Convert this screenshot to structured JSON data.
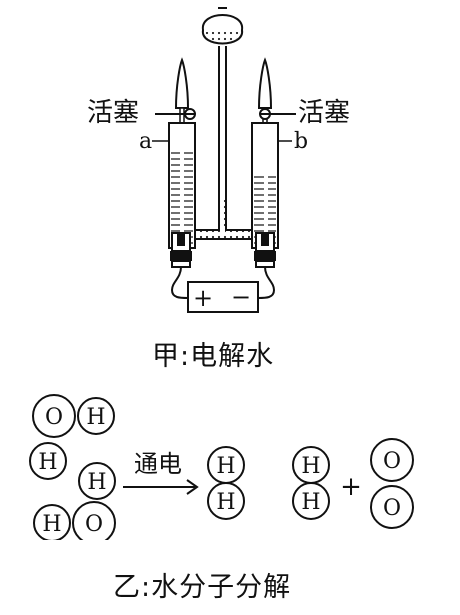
{
  "figure_a": {
    "caption": "甲:电解水",
    "stopcock_left_label": "活塞",
    "stopcock_right_label": "活塞",
    "tube_left_label": "a",
    "tube_right_label": "b",
    "battery_plus": "+",
    "battery_minus": "−"
  },
  "figure_b": {
    "caption": "乙:水分子分解",
    "arrow_label": "通电",
    "plus_sign": "+",
    "reactants": [
      [
        "O",
        "H"
      ],
      [
        "H",
        "H"
      ],
      [
        "H",
        "O"
      ]
    ],
    "products_hydrogen": [
      [
        "H",
        "H"
      ],
      [
        "H",
        "H"
      ]
    ],
    "products_oxygen": [
      "O",
      "O"
    ]
  }
}
